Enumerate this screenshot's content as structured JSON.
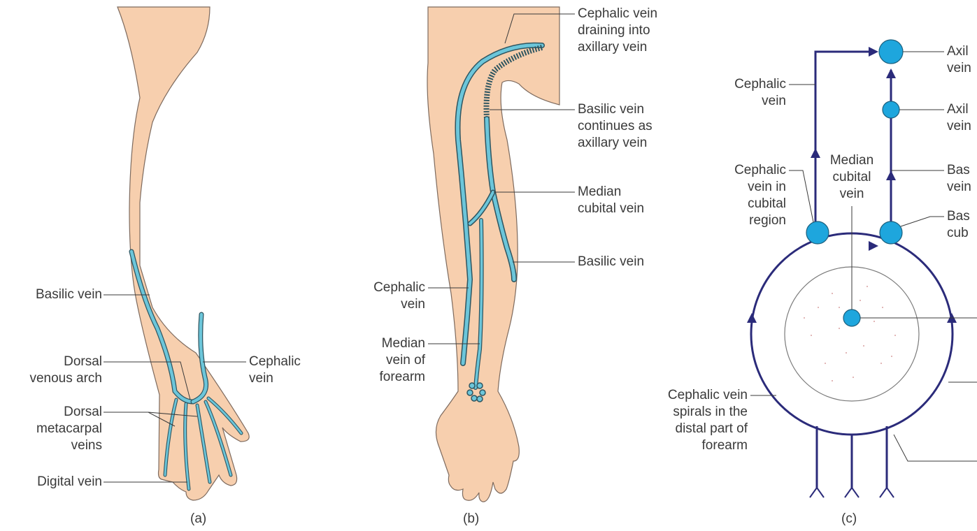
{
  "colors": {
    "skin": "#f7cfae",
    "skin_outline": "#7d6a5e",
    "vein": "#6cc6da",
    "vein_outline": "#2e5560",
    "node": "#1ea6dd",
    "flow": "#2b2b7a",
    "label": "#3a3a3a"
  },
  "panel_a": {
    "caption": "(a)",
    "labels": {
      "basilic_vein": "Basilic vein",
      "dorsal_venous_arch": "Dorsal\nvenous arch",
      "cephalic_vein": "Cephalic\nvein",
      "dorsal_metacarpal_veins": "Dorsal\nmetacarpal\nveins",
      "digital_vein": "Digital vein"
    }
  },
  "panel_b": {
    "caption": "(b)",
    "labels": {
      "cephalic_axillary": "Cephalic vein\ndraining into\naxillary vein",
      "basilic_axillary": "Basilic vein\ncontinues as\naxillary vein",
      "median_cubital": "Median\ncubital vein",
      "basilic_vein": "Basilic vein",
      "cephalic_vein": "Cephalic\nvein",
      "median_forearm": "Median\nvein of\nforearm"
    }
  },
  "panel_c": {
    "caption": "(c)",
    "labels": {
      "axil_top": "Axil\nvein",
      "cephalic_vein": "Cephalic\nvein",
      "axil_mid": "Axil\nvein",
      "median_cubital": "Median\ncubital\nvein",
      "cephalic_cubital": "Cephalic\nvein in\ncubital\nregion",
      "bas_vein": "Bas\nvein",
      "bas_cub": "Bas\ncub",
      "cephalic_spiral": "Cephalic vein\nspirals in the\ndistal part of\nforearm"
    }
  }
}
